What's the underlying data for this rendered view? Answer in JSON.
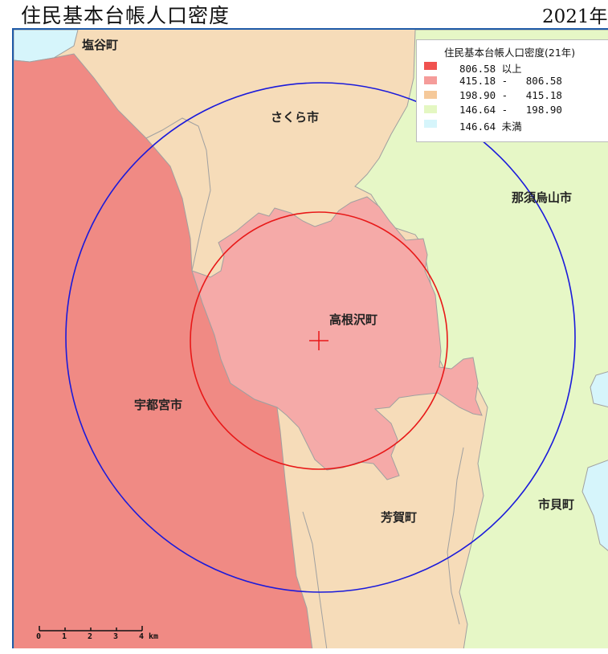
{
  "title": "住民基本台帳人口密度",
  "year": "2021年",
  "legend": {
    "title": "住民基本台帳人口密度(21年)",
    "entries": [
      {
        "label": "806.58 以上",
        "color": "#f0524f"
      },
      {
        "label": "415.18 -   806.58",
        "color": "#f59c9a"
      },
      {
        "label": "198.90 -   415.18",
        "color": "#f5c99a"
      },
      {
        "label": "146.64 -   198.90",
        "color": "#e4f7c2"
      },
      {
        "label": "146.64 未満",
        "color": "#d6f5fb"
      }
    ]
  },
  "places": {
    "shioya": "塩谷町",
    "sakura": "さくら市",
    "nasukarasuyama": "那須烏山市",
    "takanezawa": "高根沢町",
    "utsunomiya": "宇都宮市",
    "haga": "芳賀町",
    "ichikai": "市貝町"
  },
  "scale": {
    "ticks": [
      "0",
      "1",
      "2",
      "3",
      "4"
    ],
    "unit": "km"
  },
  "colors": {
    "circle_outer": "#1a1adb",
    "circle_inner": "#e81818",
    "center_marker": "#e81818",
    "frame": "#1e5aa8"
  }
}
